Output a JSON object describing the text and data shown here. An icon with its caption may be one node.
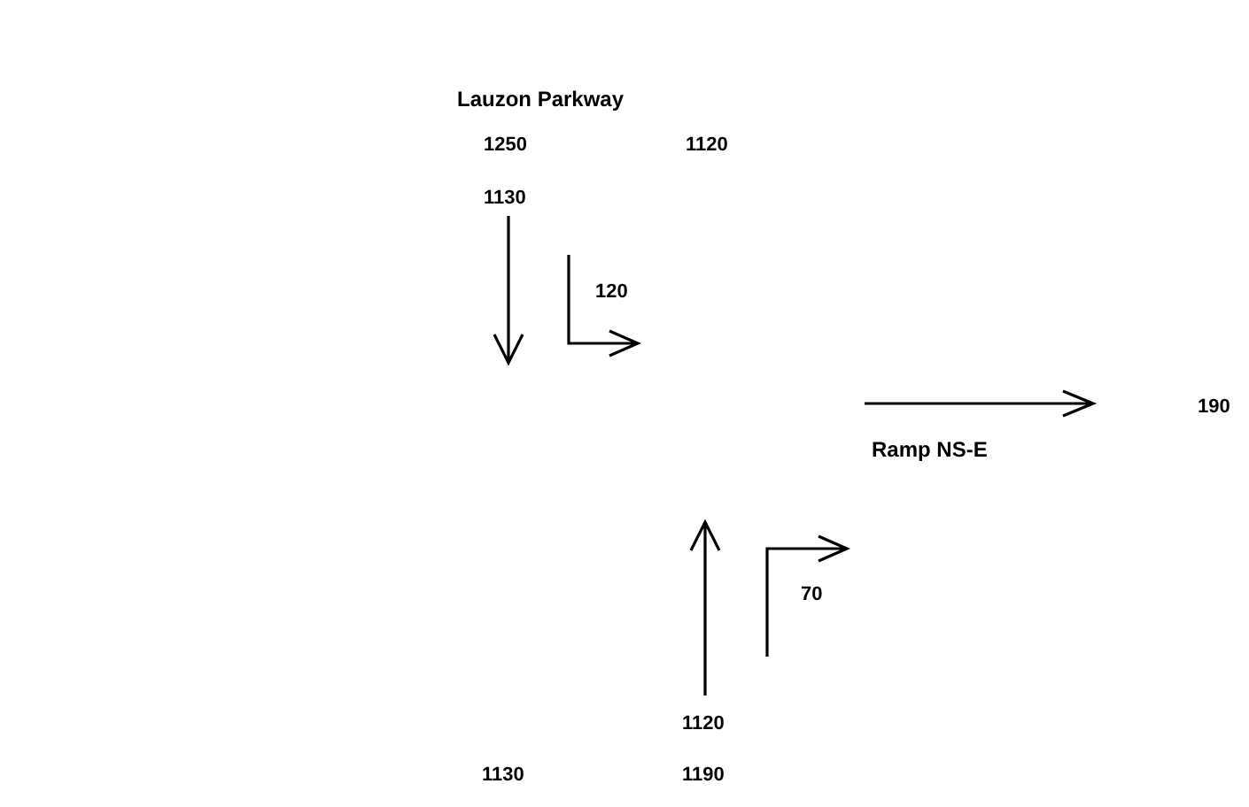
{
  "diagram": {
    "labels": [
      "Lauzon Parkway",
      "1250",
      "1120",
      "1130",
      "120",
      "190",
      "Ramp NS-E",
      "70",
      "1120",
      "1130",
      "1190"
    ]
  }
}
